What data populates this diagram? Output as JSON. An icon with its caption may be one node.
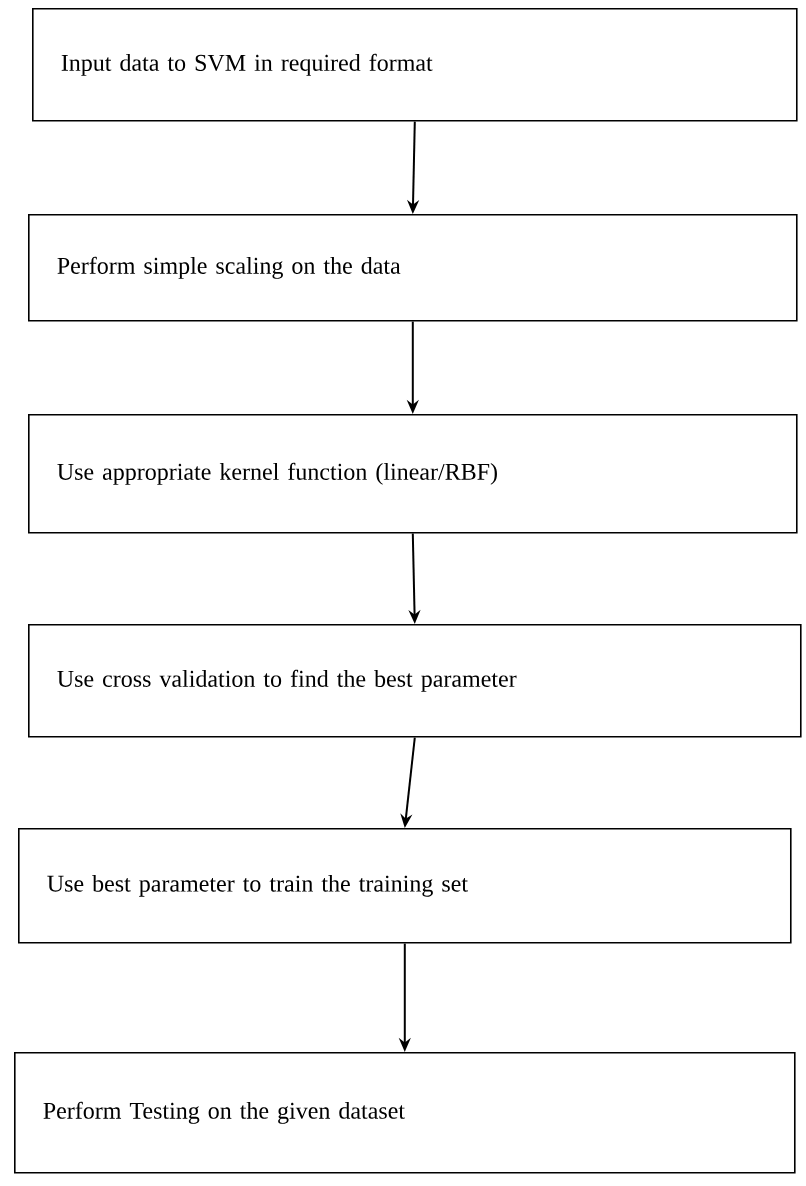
{
  "diagram": {
    "nodes": [
      {
        "text": [
          "Input data to SVM in required format"
        ]
      },
      {
        "text": [
          "Perform simple scaling on the data"
        ]
      },
      {
        "text": [
          "Use appropriate kernel function (linear/RBF)"
        ]
      },
      {
        "text": [
          "Use cross validation to find the best parameter"
        ]
      },
      {
        "text": [
          "Use best parameter to train the training set"
        ]
      },
      {
        "text": [
          "Perform Testing on the given dataset"
        ]
      }
    ],
    "edges": [
      {
        "from": 0,
        "to": 1,
        "arrow": "to"
      },
      {
        "from": 1,
        "to": 2,
        "arrow": "to"
      },
      {
        "from": 2,
        "to": 3,
        "arrow": "to"
      },
      {
        "from": 3,
        "to": 4,
        "arrow": "to"
      },
      {
        "from": 4,
        "to": 5,
        "arrow": "to"
      }
    ]
  }
}
